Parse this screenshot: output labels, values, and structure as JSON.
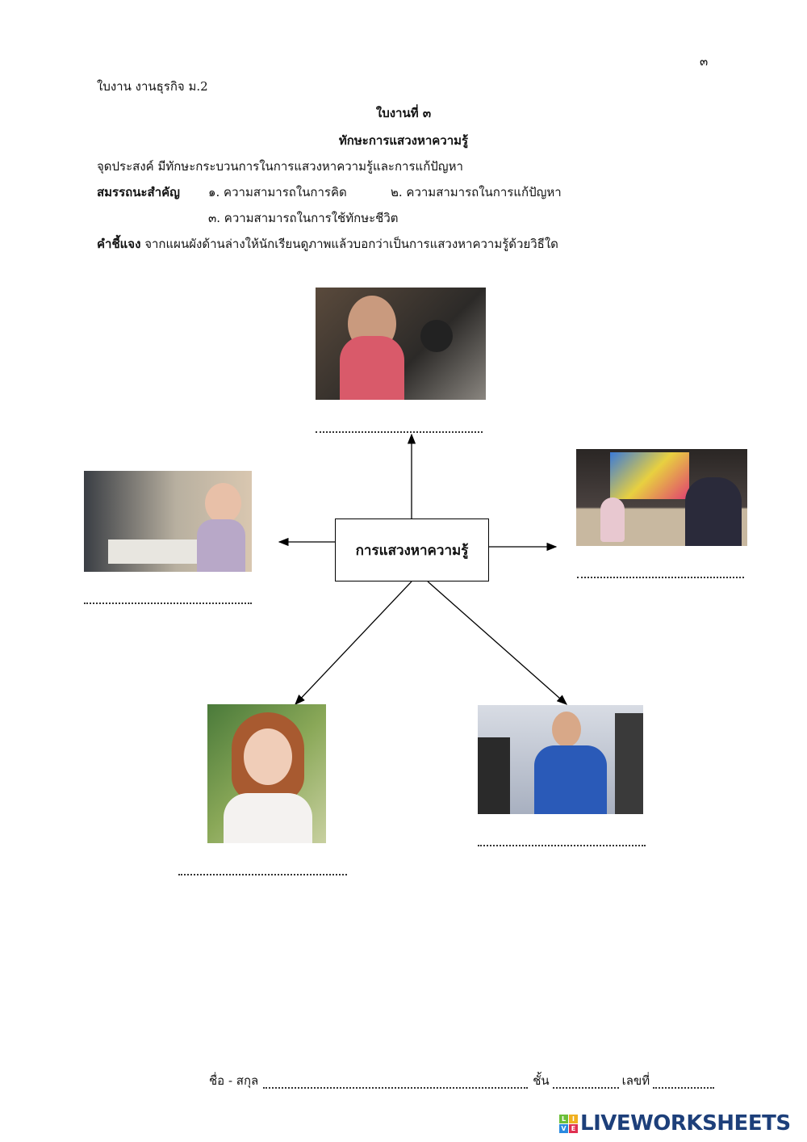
{
  "page_number": "๓",
  "header": "ใบงาน งานธุรกิจ ม.2",
  "title": "ใบงานที่ ๓",
  "subtitle": "ทักษะการแสวงหาความรู้",
  "objective": "จุดประสงค์ มีทักษะกระบวนการในการแสวงหาความรู้และการแก้ปัญหา",
  "competency": {
    "label": "สมรรถนะสำคัญ",
    "items": [
      "๑. ความสามารถในการคิด",
      "๒. ความสามารถในการแก้ปัญหา",
      "๓. ความสามารถในการใช้ทักษะชีวิต"
    ]
  },
  "instruction": {
    "label": "คำชี้แจง",
    "text": "จากแผนผังด้านล่างให้นักเรียนดูภาพแล้วบอกว่าเป็นการแสวงหาความรู้ด้วยวิธีใด"
  },
  "diagram": {
    "center_label": "การแสวงหาความรู้"
  },
  "footer": {
    "name_label": "ชื่อ - สกุล",
    "class_label": "ชั้น",
    "number_label": "เลขที่"
  },
  "logo": {
    "text": "LIVEWORKSHEETS",
    "tiles": [
      "L",
      "I",
      "V",
      "E"
    ]
  }
}
